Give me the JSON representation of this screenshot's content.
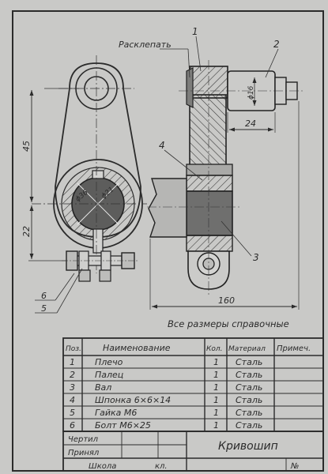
{
  "labels": {
    "rivet_note": "Расклепать",
    "part_1": "1",
    "part_2": "2",
    "part_3": "3",
    "part_4": "4",
    "part_5": "5",
    "part_6": "6"
  },
  "dimensions": {
    "d45": "45",
    "d22": "22",
    "d24": "24",
    "d160": "160",
    "phi16": "ϕ16",
    "phi36": "ϕ36",
    "phi21": "ϕ21"
  },
  "note": "Все размеры справочные",
  "bom": {
    "headers": [
      "Поз.",
      "Наименование",
      "Кол.",
      "Материал",
      "Примеч."
    ],
    "rows": [
      {
        "pos": "1",
        "name": "Плечо",
        "qty": "1",
        "mat": "Сталь",
        "note": ""
      },
      {
        "pos": "2",
        "name": "Палец",
        "qty": "1",
        "mat": "Сталь",
        "note": ""
      },
      {
        "pos": "3",
        "name": "Вал",
        "qty": "1",
        "mat": "Сталь",
        "note": ""
      },
      {
        "pos": "4",
        "name": "Шпонка 6×6×14",
        "qty": "1",
        "mat": "Сталь",
        "note": ""
      },
      {
        "pos": "5",
        "name": "Гайка М6",
        "qty": "1",
        "mat": "Сталь",
        "note": ""
      },
      {
        "pos": "6",
        "name": "Болт М6×25",
        "qty": "1",
        "mat": "Сталь",
        "note": ""
      }
    ]
  },
  "title_block": {
    "drew": "Чертил",
    "accepted": "Принял",
    "school": "Школа",
    "class": "кл.",
    "number": "№",
    "title": "Кривошип"
  }
}
